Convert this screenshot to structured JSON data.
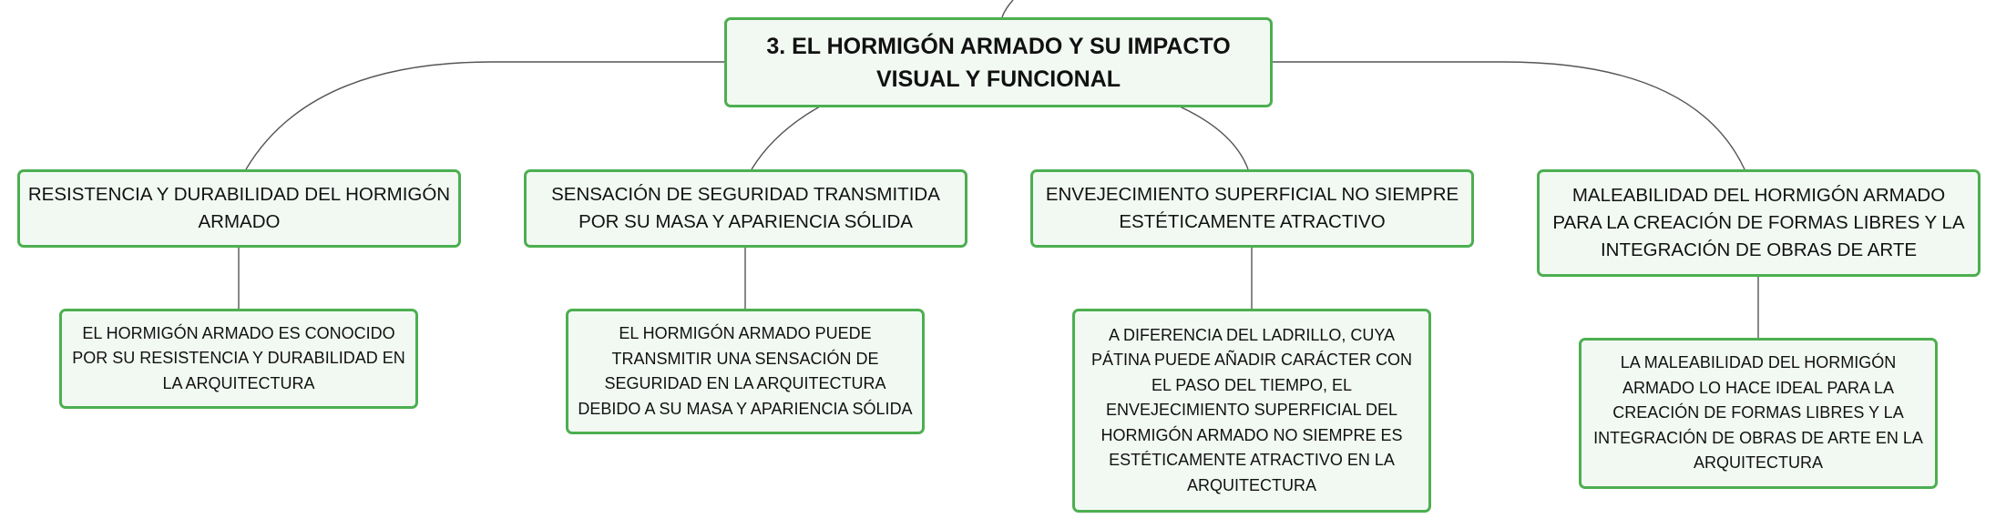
{
  "map": {
    "root": "3. EL HORMIGÓN ARMADO Y SU IMPACTO VISUAL Y FUNCIONAL",
    "branches": [
      {
        "label": "RESISTENCIA Y DURABILIDAD DEL HORMIGÓN ARMADO",
        "detail": "EL HORMIGÓN ARMADO ES CONOCIDO POR SU RESISTENCIA Y DURABILIDAD EN LA ARQUITECTURA"
      },
      {
        "label": "SENSACIÓN DE SEGURIDAD TRANSMITIDA POR SU MASA Y APARIENCIA SÓLIDA",
        "detail": "EL HORMIGÓN ARMADO PUEDE TRANSMITIR UNA SENSACIÓN DE SEGURIDAD EN LA ARQUITECTURA DEBIDO A SU MASA Y APARIENCIA SÓLIDA"
      },
      {
        "label": "ENVEJECIMIENTO SUPERFICIAL NO SIEMPRE ESTÉTICAMENTE ATRACTIVO",
        "detail": "A DIFERENCIA DEL LADRILLO, CUYA PÁTINA PUEDE AÑADIR CARÁCTER CON EL PASO DEL TIEMPO, EL ENVEJECIMIENTO SUPERFICIAL DEL HORMIGÓN ARMADO NO SIEMPRE ES ESTÉTICAMENTE ATRACTIVO EN LA ARQUITECTURA"
      },
      {
        "label": "MALEABILIDAD DEL HORMIGÓN ARMADO PARA LA CREACIÓN DE FORMAS LIBRES Y LA INTEGRACIÓN DE OBRAS DE ARTE",
        "detail": "LA MALEABILIDAD DEL HORMIGÓN ARMADO LO HACE IDEAL PARA LA CREACIÓN DE FORMAS LIBRES Y LA INTEGRACIÓN DE OBRAS DE ARTE EN LA ARQUITECTURA"
      }
    ]
  },
  "colors": {
    "node_border": "#4caf50",
    "node_fill": "#f2f9f3",
    "connector": "#555555"
  }
}
